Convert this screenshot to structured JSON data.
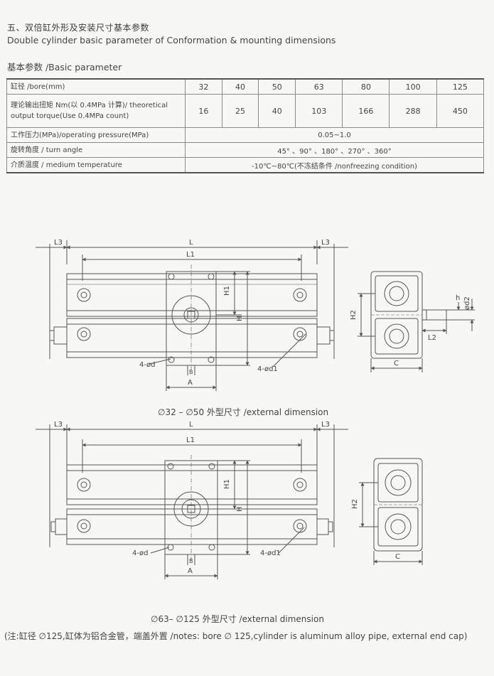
{
  "section_title": "五、双倍缸外形及安装尺寸基本参数",
  "section_title_en": "Double cylinder basic parameter of Conformation & mounting dimensions",
  "basic_param_title": "基本参数 /Basic parameter",
  "table": {
    "bore_label": "缸径 /bore(mm)",
    "bores": [
      "32",
      "40",
      "50",
      "63",
      "80",
      "100",
      "125"
    ],
    "torque_label_line1": "理论输出扭矩 Nm(以 0.4MPa 计算)/ theoretical",
    "torque_label_line2": "output torque(Use 0.4MPa count)",
    "torques": [
      "16",
      "25",
      "40",
      "103",
      "166",
      "288",
      "450"
    ],
    "pressure_label": "工作压力(MPa)/operating pressure(MPa)",
    "pressure_value": "0.05~1.0",
    "angle_label": "旋转角度 / turn angle",
    "angle_value": "45° 、90° 、180° 、270° 、360°",
    "medium_label": "介质温度 / medium temperature",
    "medium_value": "-10℃~80℃(不冻结条件 /nonfreezing condition)"
  },
  "drawing1": {
    "caption": "∅32 – ∅50 外型尺寸 /external dimension",
    "labels": {
      "L": "L",
      "L1": "L1",
      "L3": "L3",
      "H": "H",
      "H1": "H1",
      "H2": "H2",
      "A": "A",
      "B": "B",
      "C": "C",
      "L2": "L2",
      "h": "h",
      "d2": "ød2",
      "d4": "4-ød",
      "d1": "4-ød1"
    }
  },
  "drawing2": {
    "caption": "∅63– ∅125 外型尺寸 /external dimension",
    "labels": {
      "L": "L",
      "L1": "L1",
      "L3": "L3",
      "H": "H",
      "H1": "H1",
      "H2": "H2",
      "A": "A",
      "B": "B",
      "C": "C",
      "d4": "4-ød",
      "d1": "4-ød1"
    }
  },
  "note": "(注:缸径 ∅125,缸体为铝合金管，端盖外置 /notes: bore ∅ 125,cylinder is aluminum alloy pipe, external end cap)"
}
